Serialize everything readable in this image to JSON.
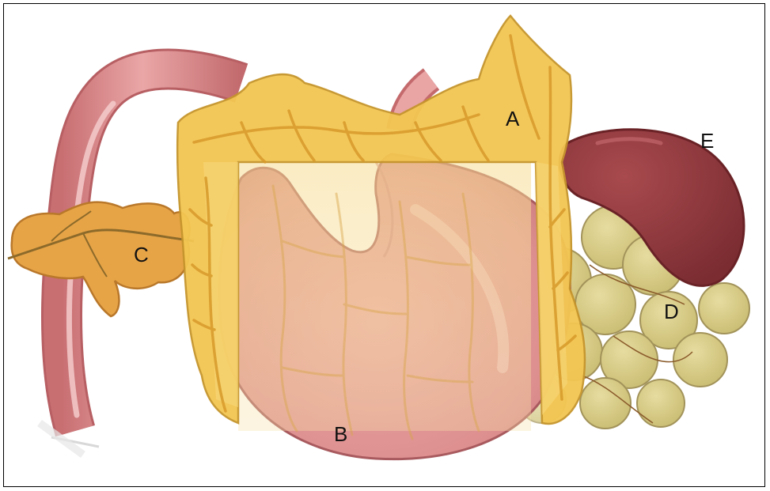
{
  "labels": {
    "a": "A",
    "b": "B",
    "c": "C",
    "d": "D",
    "e": "E"
  },
  "colors": {
    "intestine": "#d98a8a",
    "stomach": "#e19a9a",
    "omentum": "#f2c14e",
    "pancreas": "#e8a64a",
    "spleen": "#8e3a3e",
    "adipocytes": "#d9cf8c"
  }
}
